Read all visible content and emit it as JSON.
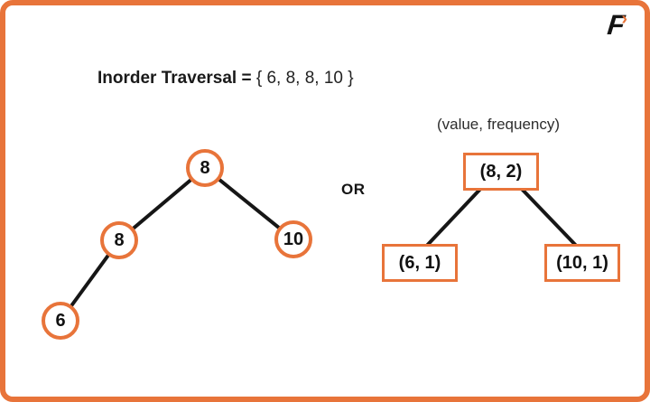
{
  "colors": {
    "accent_orange": "#E8743A",
    "edge_black": "#161616",
    "background": "#FFFFFF"
  },
  "logo": {
    "letter": "F",
    "chevron": "›"
  },
  "title": {
    "label_bold": "Inorder Traversal =",
    "values": "{ 6, 8, 8, 10 }"
  },
  "or_label": "OR",
  "legend_label": "(value, frequency)",
  "bst_tree": {
    "nodes": [
      {
        "id": "root",
        "label": "8"
      },
      {
        "id": "left",
        "label": "8"
      },
      {
        "id": "right",
        "label": "10"
      },
      {
        "id": "left-left",
        "label": "6"
      }
    ]
  },
  "freq_tree": {
    "nodes": [
      {
        "id": "root",
        "label": "(8, 2)"
      },
      {
        "id": "left",
        "label": "(6, 1)"
      },
      {
        "id": "right",
        "label": "(10, 1)"
      }
    ]
  }
}
